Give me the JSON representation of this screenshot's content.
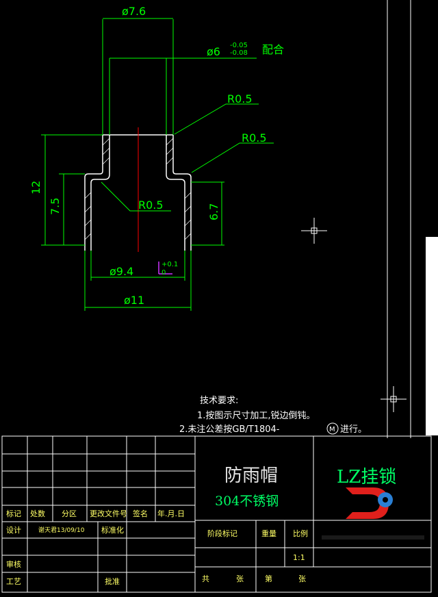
{
  "dimensions": {
    "d_top": "ø7.6",
    "d_fit": "ø6",
    "fit_upper_tol": "-0.05",
    "fit_lower_tol": "-0.08",
    "fit_note": "配合",
    "r1": "R0.5",
    "r2": "R0.5",
    "r3": "R0.5",
    "height_total": "12",
    "height_body": "7.5",
    "height_inner": "6.7",
    "d_inner": "ø9.4",
    "inner_tol_upper": "+0.1",
    "inner_tol_lower": "0",
    "d_outer": "ø11"
  },
  "tech_requirements": {
    "title": "技术要求:",
    "line1": "1.按图示尺寸加工,锐边倒钝。",
    "line2": "2.未注公差按GB/T1804-",
    "line2_circle": "M",
    "line2_end": "进行。"
  },
  "title_block": {
    "part_name": "防雨帽",
    "material": "304不锈钢",
    "company": "LZ挂锁",
    "headers": [
      "标记",
      "处数",
      "分区",
      "更改文件号",
      "签名",
      "年.月.日"
    ],
    "design_label": "设计",
    "designer": "谢天君13/09/10",
    "standardize_label": "标准化",
    "review_label": "审核",
    "process_label": "工艺",
    "approve_label": "批准",
    "stage_label": "阶段标记",
    "weight_label": "重量",
    "scale_label": "比例",
    "scale_value": "1:1",
    "total_label": "共",
    "sheet_label": "张",
    "page_label": "第",
    "page_label2": "张"
  },
  "colors": {
    "background": "#000000",
    "geometry": "#ffffff",
    "dimension": "#00ff00",
    "centerline": "#ff0000",
    "title_block_text": "#ffff66"
  }
}
